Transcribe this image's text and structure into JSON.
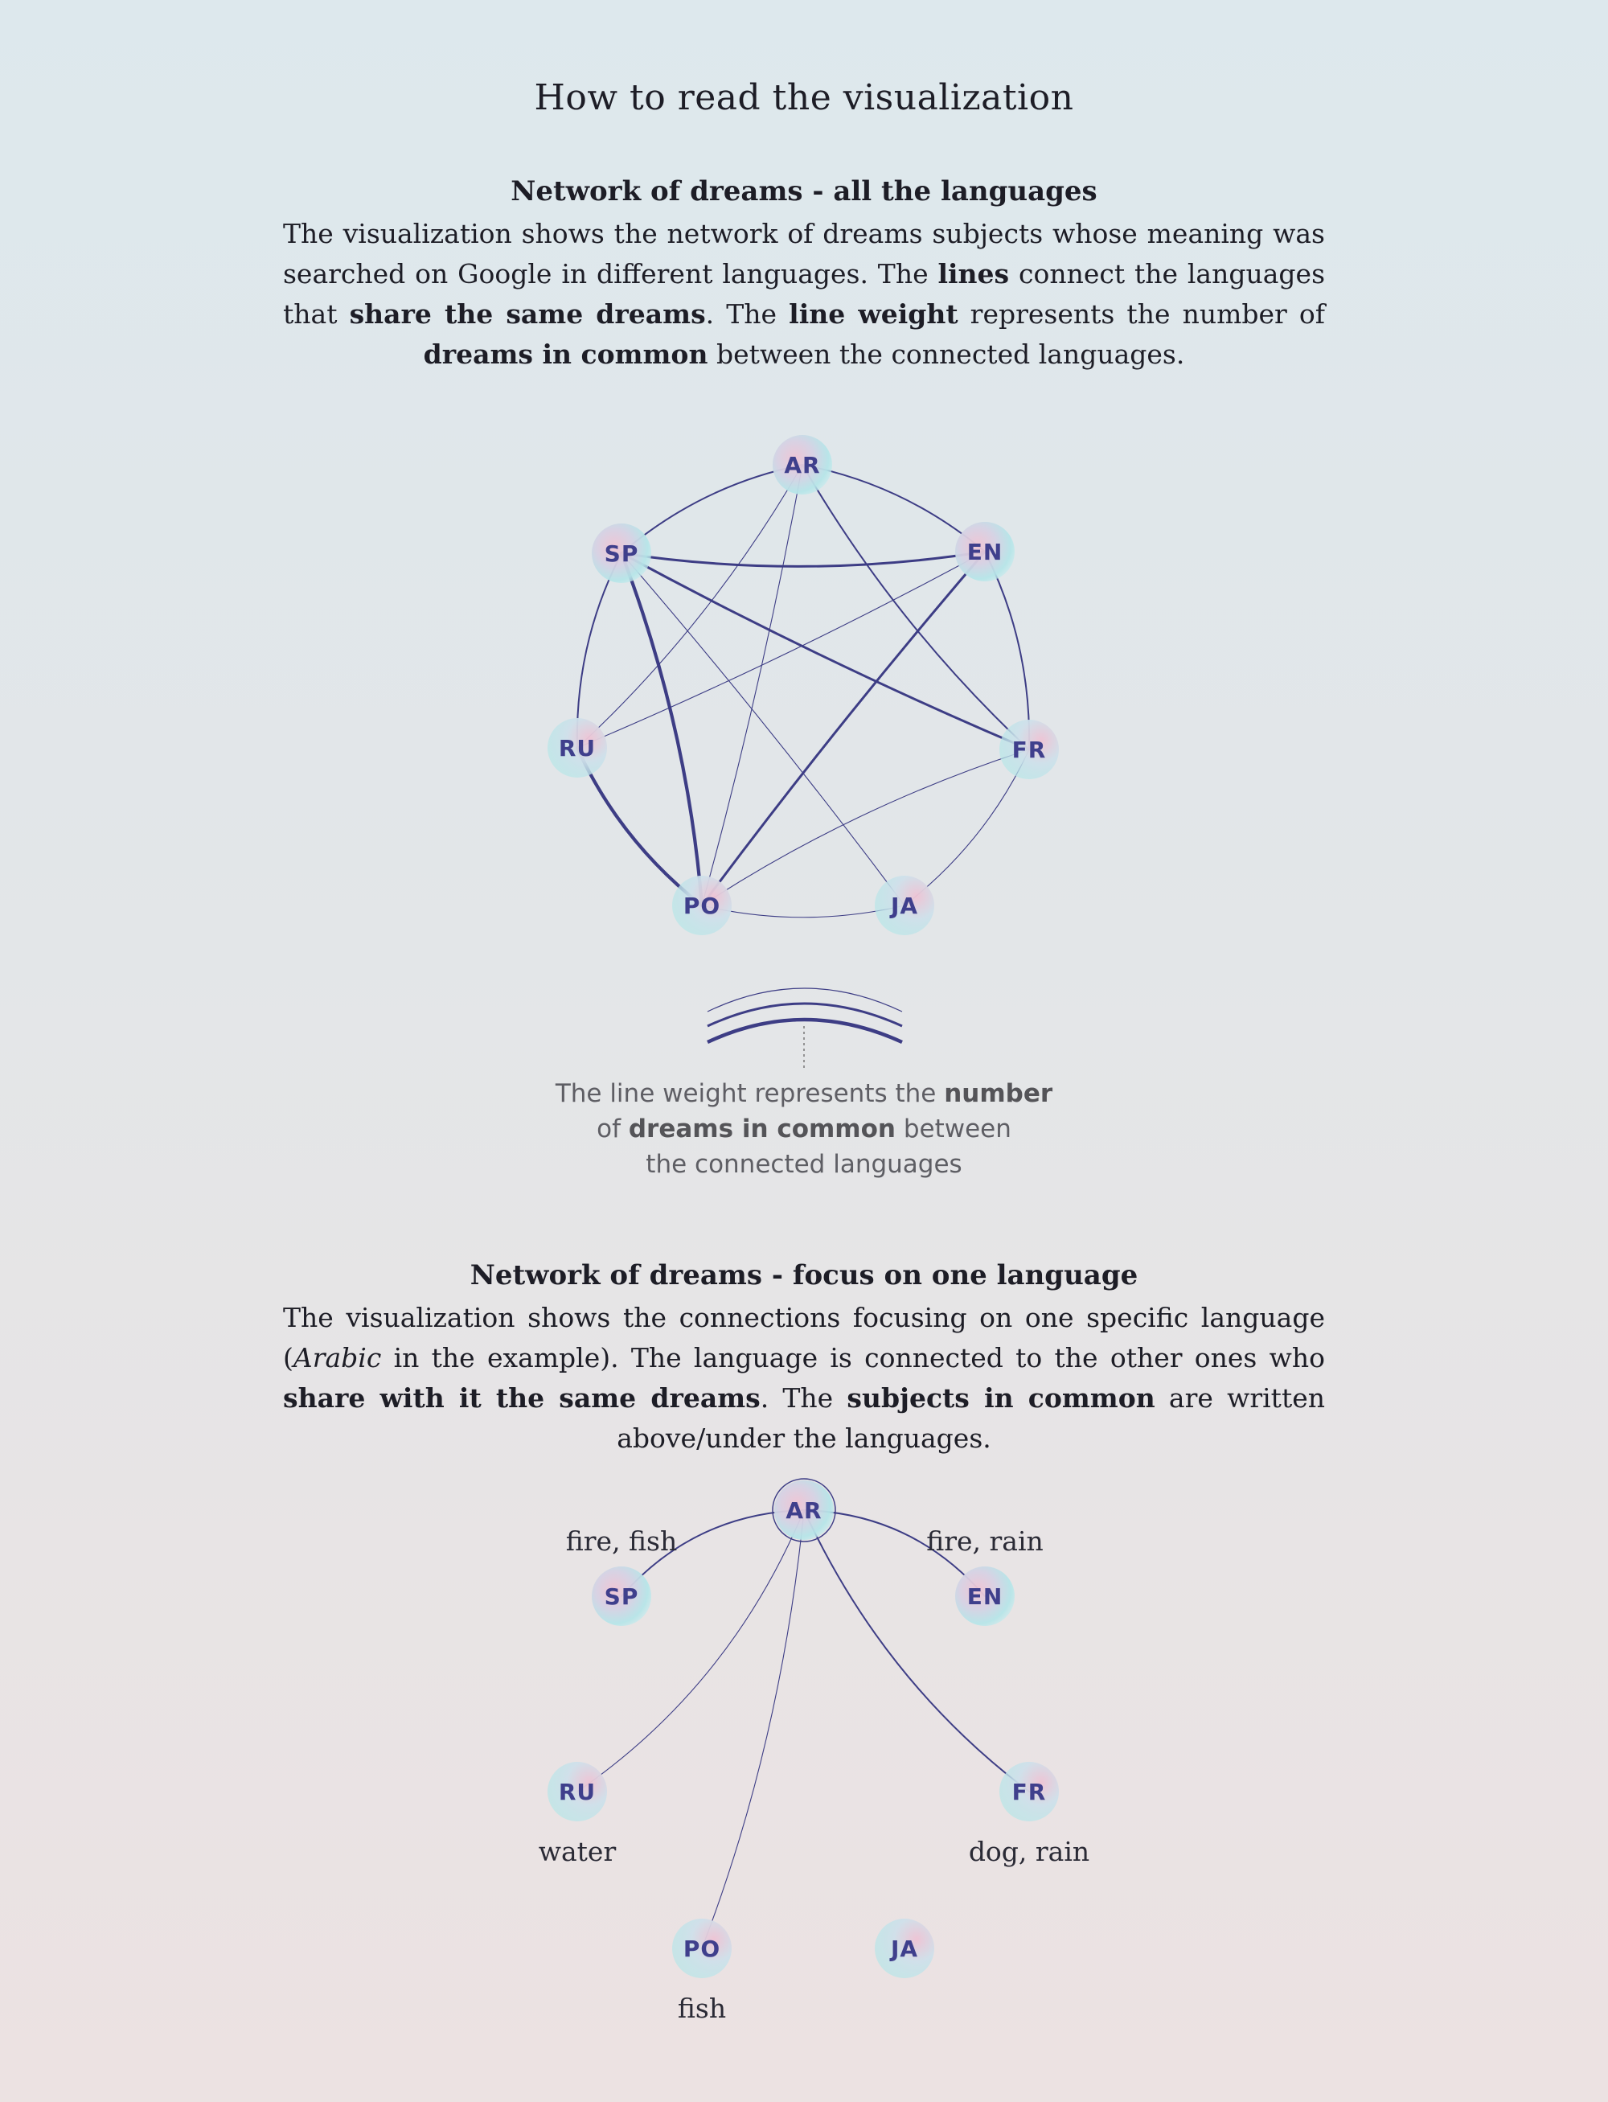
{
  "title": "How to read the visualization",
  "section_all": {
    "heading": "Network of dreams - all the languages",
    "p1": "The visualization shows the network of dreams subjects whose meaning was searched on Google in different languages. The ",
    "p_bold1": "lines",
    "p2": " connect the languages that ",
    "p_bold2": "share the same dreams",
    "p3": ". The ",
    "p_bold3": "line weight",
    "p4": " represents the number of ",
    "p_bold4": "dreams in common",
    "p5": " between the connected languages."
  },
  "legend": {
    "l1": "The line weight represents the ",
    "b1": "number",
    "l2": "of ",
    "b2": "dreams in common",
    "l3": " between",
    "l4": "the connected languages"
  },
  "section_focus": {
    "heading": "Network of dreams - focus on one language",
    "p1": "The visualization shows the connections focusing on one specific language (",
    "p_italic": "Arabic",
    "p2": " in the example). The language is connected to the other ones who ",
    "p_bold1": "share with it the same dreams",
    "p3": ". The ",
    "p_bold2": "subjects in common",
    "p4": " are written above/under the languages."
  },
  "languages": [
    "AR",
    "EN",
    "FR",
    "JA",
    "PO",
    "RU",
    "SP"
  ],
  "network_all_edges": [
    {
      "from": "AR",
      "to": "SP",
      "weight": 2
    },
    {
      "from": "AR",
      "to": "EN",
      "weight": 2
    },
    {
      "from": "AR",
      "to": "RU",
      "weight": 1
    },
    {
      "from": "AR",
      "to": "PO",
      "weight": 1
    },
    {
      "from": "AR",
      "to": "FR",
      "weight": 2
    },
    {
      "from": "SP",
      "to": "EN",
      "weight": 3
    },
    {
      "from": "SP",
      "to": "FR",
      "weight": 3
    },
    {
      "from": "SP",
      "to": "RU",
      "weight": 2
    },
    {
      "from": "SP",
      "to": "PO",
      "weight": 4
    },
    {
      "from": "SP",
      "to": "JA",
      "weight": 1
    },
    {
      "from": "EN",
      "to": "RU",
      "weight": 1
    },
    {
      "from": "EN",
      "to": "PO",
      "weight": 3
    },
    {
      "from": "EN",
      "to": "FR",
      "weight": 2
    },
    {
      "from": "FR",
      "to": "PO",
      "weight": 1
    },
    {
      "from": "FR",
      "to": "JA",
      "weight": 1
    },
    {
      "from": "RU",
      "to": "PO",
      "weight": 4
    },
    {
      "from": "PO",
      "to": "JA",
      "weight": 1
    }
  ],
  "focus": {
    "center": "AR",
    "subjects": {
      "SP": "fire, fish",
      "EN": "fire, rain",
      "RU": "water",
      "FR": "dog, rain",
      "PO": "fish"
    },
    "edges": [
      {
        "to": "SP",
        "weight": 2
      },
      {
        "to": "EN",
        "weight": 2
      },
      {
        "to": "RU",
        "weight": 1
      },
      {
        "to": "FR",
        "weight": 2
      },
      {
        "to": "PO",
        "weight": 1
      }
    ]
  },
  "colors": {
    "edge": "#3d3d85",
    "node_label": "#3f3f8c",
    "node_pink": "#eec3d3",
    "node_cyan": "#b5e6e8"
  }
}
